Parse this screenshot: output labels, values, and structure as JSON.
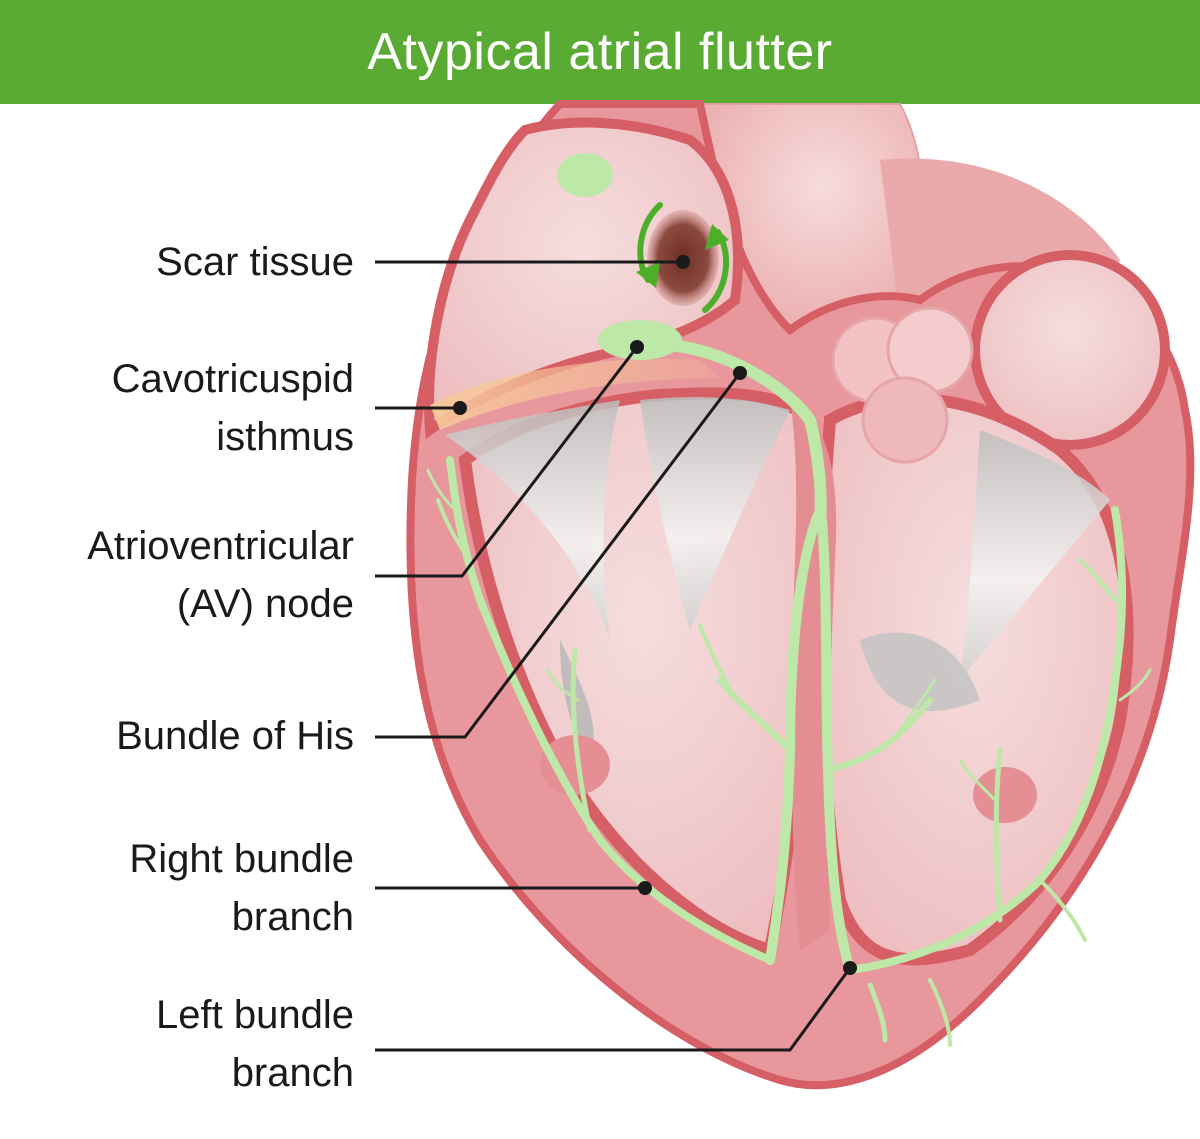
{
  "title": "Atypical atrial flutter",
  "labels": [
    {
      "id": "scar-tissue",
      "lines": [
        "Scar tissue"
      ]
    },
    {
      "id": "cavotricuspid-isthmus",
      "lines": [
        "Cavotricuspid",
        "isthmus"
      ]
    },
    {
      "id": "av-node",
      "lines": [
        "Atrioventricular",
        "(AV) node"
      ]
    },
    {
      "id": "bundle-of-his",
      "lines": [
        "Bundle of His"
      ]
    },
    {
      "id": "right-bundle-branch",
      "lines": [
        "Right bundle",
        "branch"
      ]
    },
    {
      "id": "left-bundle-branch",
      "lines": [
        "Left bundle",
        "branch"
      ]
    }
  ],
  "colors": {
    "title_bar": "#5aab34",
    "heart_wall": "#d9696e",
    "heart_fill": "#e8a4a8",
    "chamber": "#f0c4c6",
    "conduction": "#bde8a8",
    "scar": "#7a3a30",
    "isthmus": "#f5b98a",
    "arrow": "#4caf2a"
  }
}
